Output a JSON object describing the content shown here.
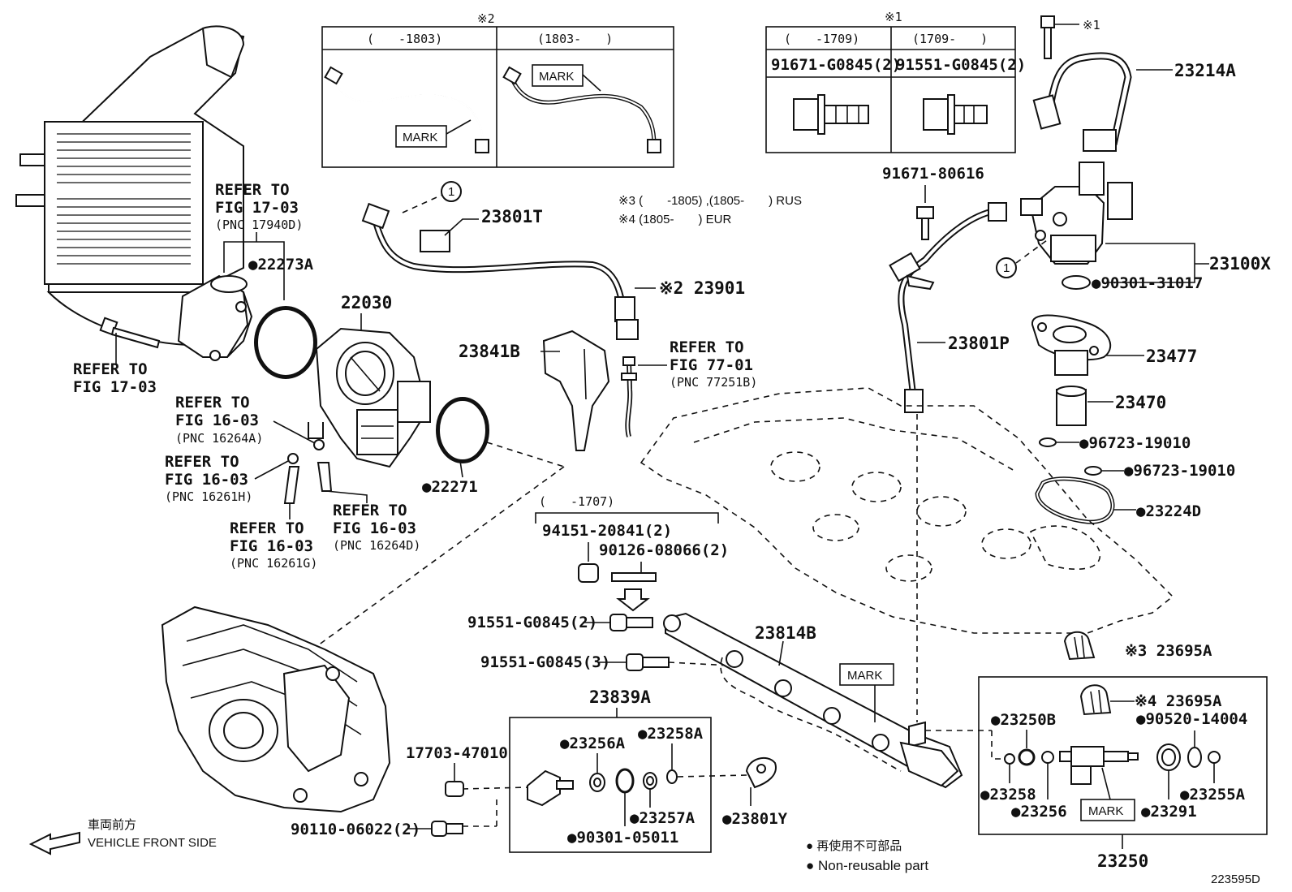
{
  "notes": {
    "n2": "※2",
    "n1": "※1",
    "n1_bolt": "※1",
    "n3": "※3 (　　-1805) ,(1805-　　) RUS",
    "n4": "※4 (1805-　　) EUR"
  },
  "box_n2": {
    "col1": "(　　-1803)",
    "col2": "(1803-　　)",
    "mark1": "MARK",
    "mark2": "MARK"
  },
  "box_n1": {
    "col1": "(　　-1709)",
    "col2": "(1709-　　)",
    "part1": "91671-G0845(2)",
    "part2": "91551-G0845(2)"
  },
  "refs": {
    "r17_03a": [
      "REFER TO",
      "FIG 17-03",
      "(PNC 17940D)"
    ],
    "r17_03b": [
      "REFER TO",
      "FIG 17-03"
    ],
    "r16_03a": [
      "REFER TO",
      "FIG 16-03",
      "(PNC 16264A)"
    ],
    "r16_03b": [
      "REFER TO",
      "FIG 16-03",
      "(PNC 16261H)"
    ],
    "r16_03c": [
      "REFER TO",
      "FIG 16-03",
      "(PNC 16261G)"
    ],
    "r16_03d": [
      "REFER TO",
      "FIG 16-03",
      "(PNC 16264D)"
    ],
    "r77_01": [
      "REFER TO",
      "FIG 77-01",
      "(PNC 77251B)"
    ]
  },
  "parts": {
    "p22273A": "●22273A",
    "p22030": "22030",
    "p22271": "●22271",
    "p23801T": "23801T",
    "p23901": "※2 23901",
    "p23841B": "23841B",
    "p23214A": "23214A",
    "p91671_80616": "91671-80616",
    "p23100X": "23100X",
    "p90301_31017": "●90301-31017",
    "p23801P": "23801P",
    "p23477": "23477",
    "p23470": "23470",
    "p96723a": "●96723-19010",
    "p96723b": "●96723-19010",
    "p23224D": "●23224D",
    "p1707": "(　　-1707)",
    "p94151": "94151-20841(2)",
    "p90126": "90126-08066(2)",
    "p91551a": "91551-G0845(2)",
    "p91551b": "91551-G0845(3)",
    "p23814B": "23814B",
    "mark_rail": "MARK",
    "p23695A_3": "※3 23695A",
    "p23695A_4": "※4 23695A",
    "p90520": "●90520-14004",
    "p23250B": "●23250B",
    "p23258": "●23258",
    "p23256": "●23256",
    "mark_inj": "MARK",
    "p23291": "●23291",
    "p23255A": "●23255A",
    "p23250": "23250",
    "p23839A": "23839A",
    "p23256A": "●23256A",
    "p23258A": "●23258A",
    "p23257A": "●23257A",
    "p90301_05011": "●90301-05011",
    "p17703": "17703-47010",
    "p90110": "90110-06022(2)",
    "p23801Y": "●23801Y",
    "circle1a": "1",
    "circle1b": "1"
  },
  "legend": {
    "front_jp": "車両前方",
    "front_en": "VEHICLE FRONT SIDE",
    "nonreuse_jp": "● 再使用不可部品",
    "nonreuse_en": "● Non-reusable part",
    "fig_id": "223595D"
  }
}
